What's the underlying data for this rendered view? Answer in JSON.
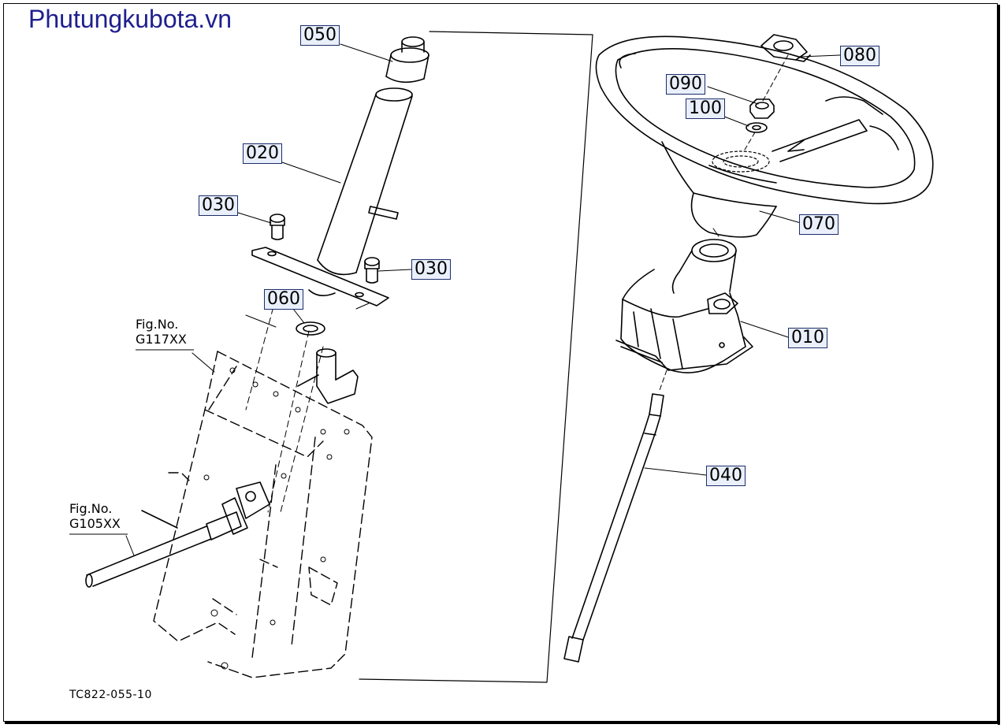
{
  "watermark": "Phutungkubota.vn",
  "drawing_code": "TC822-055-10",
  "figure_refs": [
    {
      "line1": "Fig.No.",
      "line2": "G117XX"
    },
    {
      "line1": "Fig.No.",
      "line2": "G105XX"
    }
  ],
  "callouts": {
    "p050": "050",
    "p020": "020",
    "p030a": "030",
    "p030b": "030",
    "p060": "060",
    "p080": "080",
    "p090": "090",
    "p100": "100",
    "p070": "070",
    "p010": "010",
    "p040": "040"
  },
  "colors": {
    "callout_bg": "#eaf0fb",
    "callout_border": "#1c2d6b",
    "watermark": "#1f1f8f",
    "line": "#000000"
  }
}
